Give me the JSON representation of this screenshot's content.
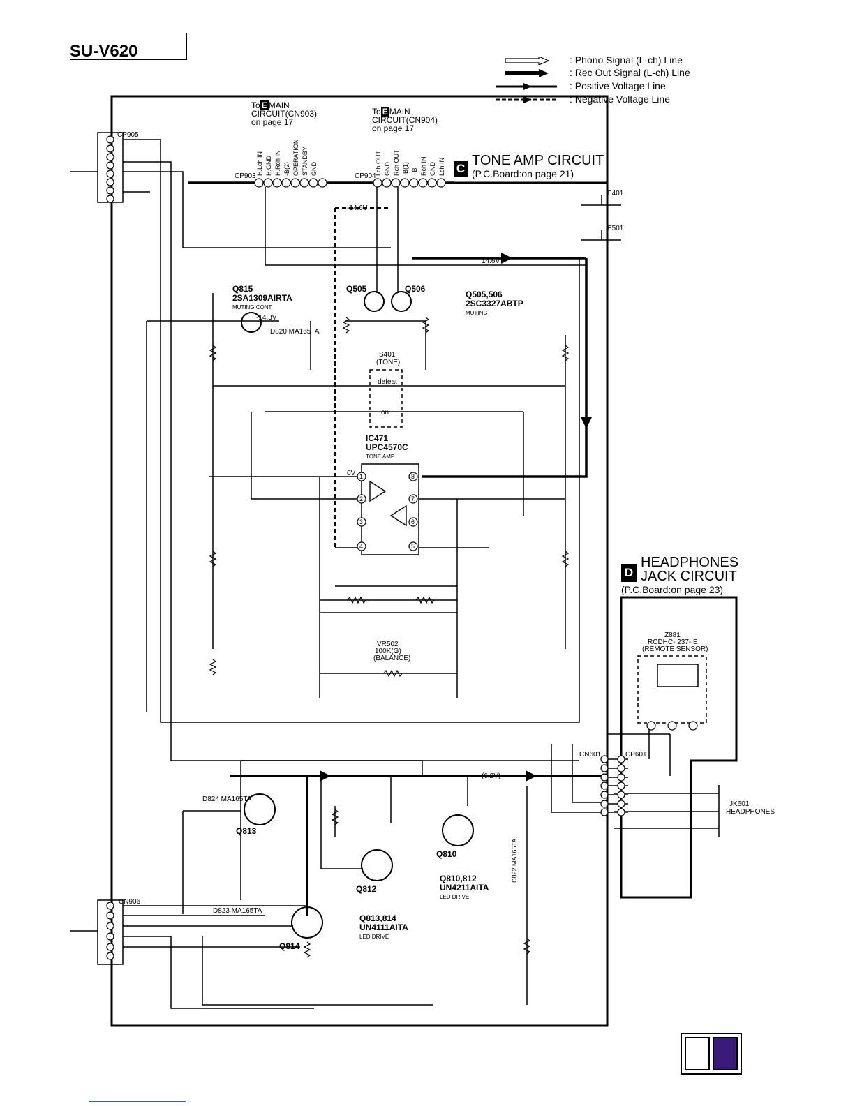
{
  "model": "SU-V620",
  "legend": [
    {
      "symbol": "hollow-arrow-icon",
      "label": ": Phono Signal (L-ch) Line"
    },
    {
      "symbol": "solid-arrow-icon",
      "label": ": Rec Out Signal (L-ch) Line"
    },
    {
      "symbol": "positive-line-icon",
      "label": ": Positive Voltage Line"
    },
    {
      "symbol": "negative-line-icon",
      "label": ": Negative Voltage Line"
    }
  ],
  "sections": {
    "tone_amp": {
      "badge": "C",
      "title": "TONE AMP CIRCUIT",
      "sub": "(P.C.Board:on page 21)"
    },
    "headphones": {
      "badge": "D",
      "title_line1": "HEADPHONES",
      "title_line2": "JACK CIRCUIT",
      "sub": "(P.C.Board:on page 23)"
    }
  },
  "refs": {
    "cn903": {
      "to": "To",
      "badge": "E",
      "line1": "MAIN",
      "line2": "CIRCUIT(CN903)",
      "line3": "on page 17"
    },
    "cn904": {
      "to": "To",
      "badge": "E",
      "line1": "MAIN",
      "line2": "CIRCUIT(CN904)",
      "line3": "on page 17"
    }
  },
  "connectors": {
    "cp905": "CP905",
    "cp903": "CP903",
    "cp904": "CP904",
    "cn906": "CN906",
    "cn601": "CN601",
    "cp601": "CP601",
    "e401": "E401",
    "e501": "E501",
    "cp903_pins": [
      "H.Lch IN",
      "H.GND",
      "H.Rch IN",
      "-B(2)",
      "OPERATION",
      "STANDBY",
      "GND"
    ],
    "cp904_pins": [
      "Lch OUT",
      "GND",
      "Rch OUT",
      "-B(1)",
      "- B",
      "Rch IN",
      "GND",
      "Lch IN"
    ]
  },
  "components": {
    "q815": {
      "name": "Q815",
      "part": "2SA1309AIRTA",
      "func": "MUTING CONT."
    },
    "q505": "Q505",
    "q506": "Q506",
    "q505_506": {
      "name": "Q505,506",
      "part": "2SC3327ABTP",
      "func": "MUTING"
    },
    "ic471": {
      "name": "IC471",
      "part": "UPC4570C",
      "func": "TONE AMP"
    },
    "s401": {
      "name": "S401",
      "func": "(TONE)",
      "pos1": "defeat",
      "pos2": "on"
    },
    "vr502": {
      "name": "VR502",
      "value": "100K(G)",
      "func": "(BALANCE)"
    },
    "z881": {
      "name": "Z881",
      "part": "RCDHC- 237- E",
      "func": "(REMOTE SENSOR)"
    },
    "jk601": {
      "name": "JK601",
      "func": "HEADPHONES"
    },
    "q810_812": {
      "name": "Q810,812",
      "part": "UN4211AITA",
      "func": "LED DRIVE"
    },
    "q813_814": {
      "name": "Q813,814",
      "part": "UN4111AITA",
      "func": "LED DRIVE"
    },
    "q813": "Q813",
    "q814": "Q814",
    "q810": "Q810",
    "q812": "Q812",
    "d820": "D820 MA165TA",
    "d824": "D824 MA165TA",
    "d823": "D823 MA165TA",
    "d822": "D822 MA165TA"
  },
  "voltages": {
    "neg146": "-14.6V",
    "pos146": "14.6V",
    "v62": "(6.2V)",
    "v0": "0V",
    "v143": "-14.3V"
  },
  "pins_ic": [
    "1",
    "2",
    "3",
    "4",
    "5",
    "6",
    "7",
    "8"
  ],
  "nav": {
    "colors": [
      "#ffffff",
      "#3a1a7a"
    ]
  }
}
